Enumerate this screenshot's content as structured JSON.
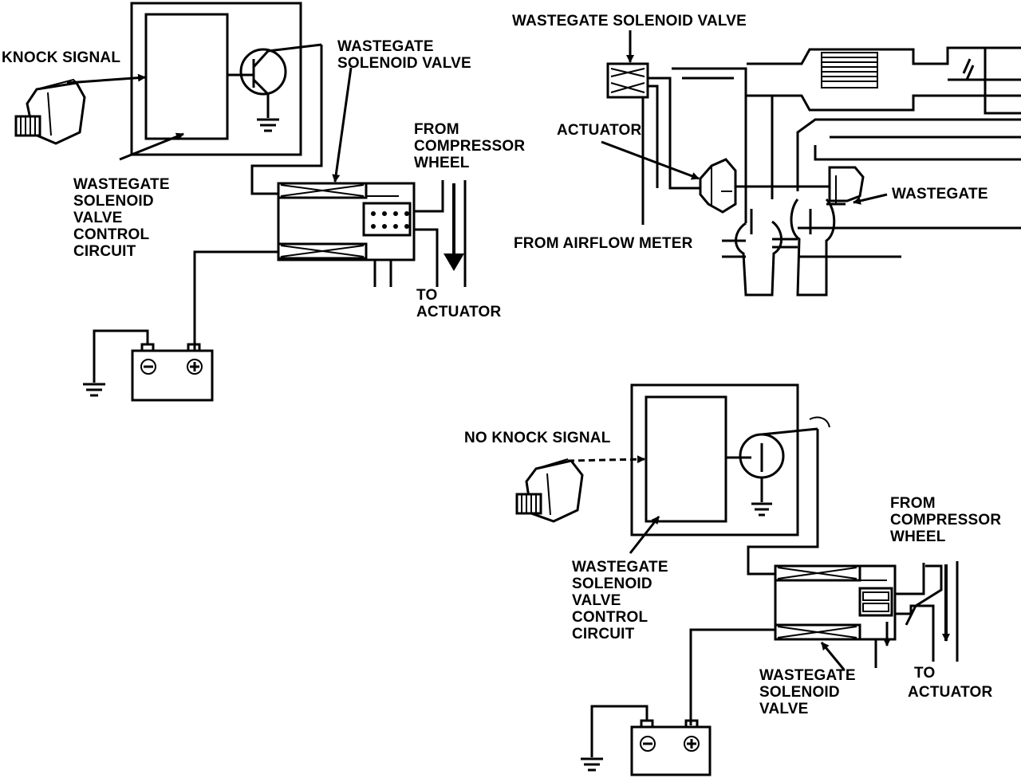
{
  "panel_knock": {
    "knock_signal": "KNOCK SIGNAL",
    "valve_label": [
      "WASTEGATE",
      "SOLENOID VALVE"
    ],
    "control_circuit": [
      "WASTEGATE",
      "SOLENOID",
      "VALVE",
      "CONTROL",
      "CIRCUIT"
    ],
    "from_compressor": [
      "FROM",
      "COMPRESSOR",
      "WHEEL"
    ],
    "to_actuator": [
      "TO",
      "ACTUATOR"
    ]
  },
  "panel_engine": {
    "valve_label": "WASTEGATE SOLENOID VALVE",
    "actuator": "ACTUATOR",
    "wastegate": "WASTEGATE",
    "airflow": "FROM AIRFLOW METER"
  },
  "panel_no_knock": {
    "no_knock_signal": "NO KNOCK SIGNAL",
    "control_circuit": [
      "WASTEGATE",
      "SOLENOID",
      "VALVE",
      "CONTROL",
      "CIRCUIT"
    ],
    "from_compressor": [
      "FROM",
      "COMPRESSOR",
      "WHEEL"
    ],
    "valve_label": [
      "WASTEGATE",
      "SOLENOID",
      "VALVE"
    ],
    "to_actuator": [
      "TO",
      "ACTUATOR"
    ]
  },
  "battery": {
    "minus": "⊖",
    "plus": "⊕"
  }
}
